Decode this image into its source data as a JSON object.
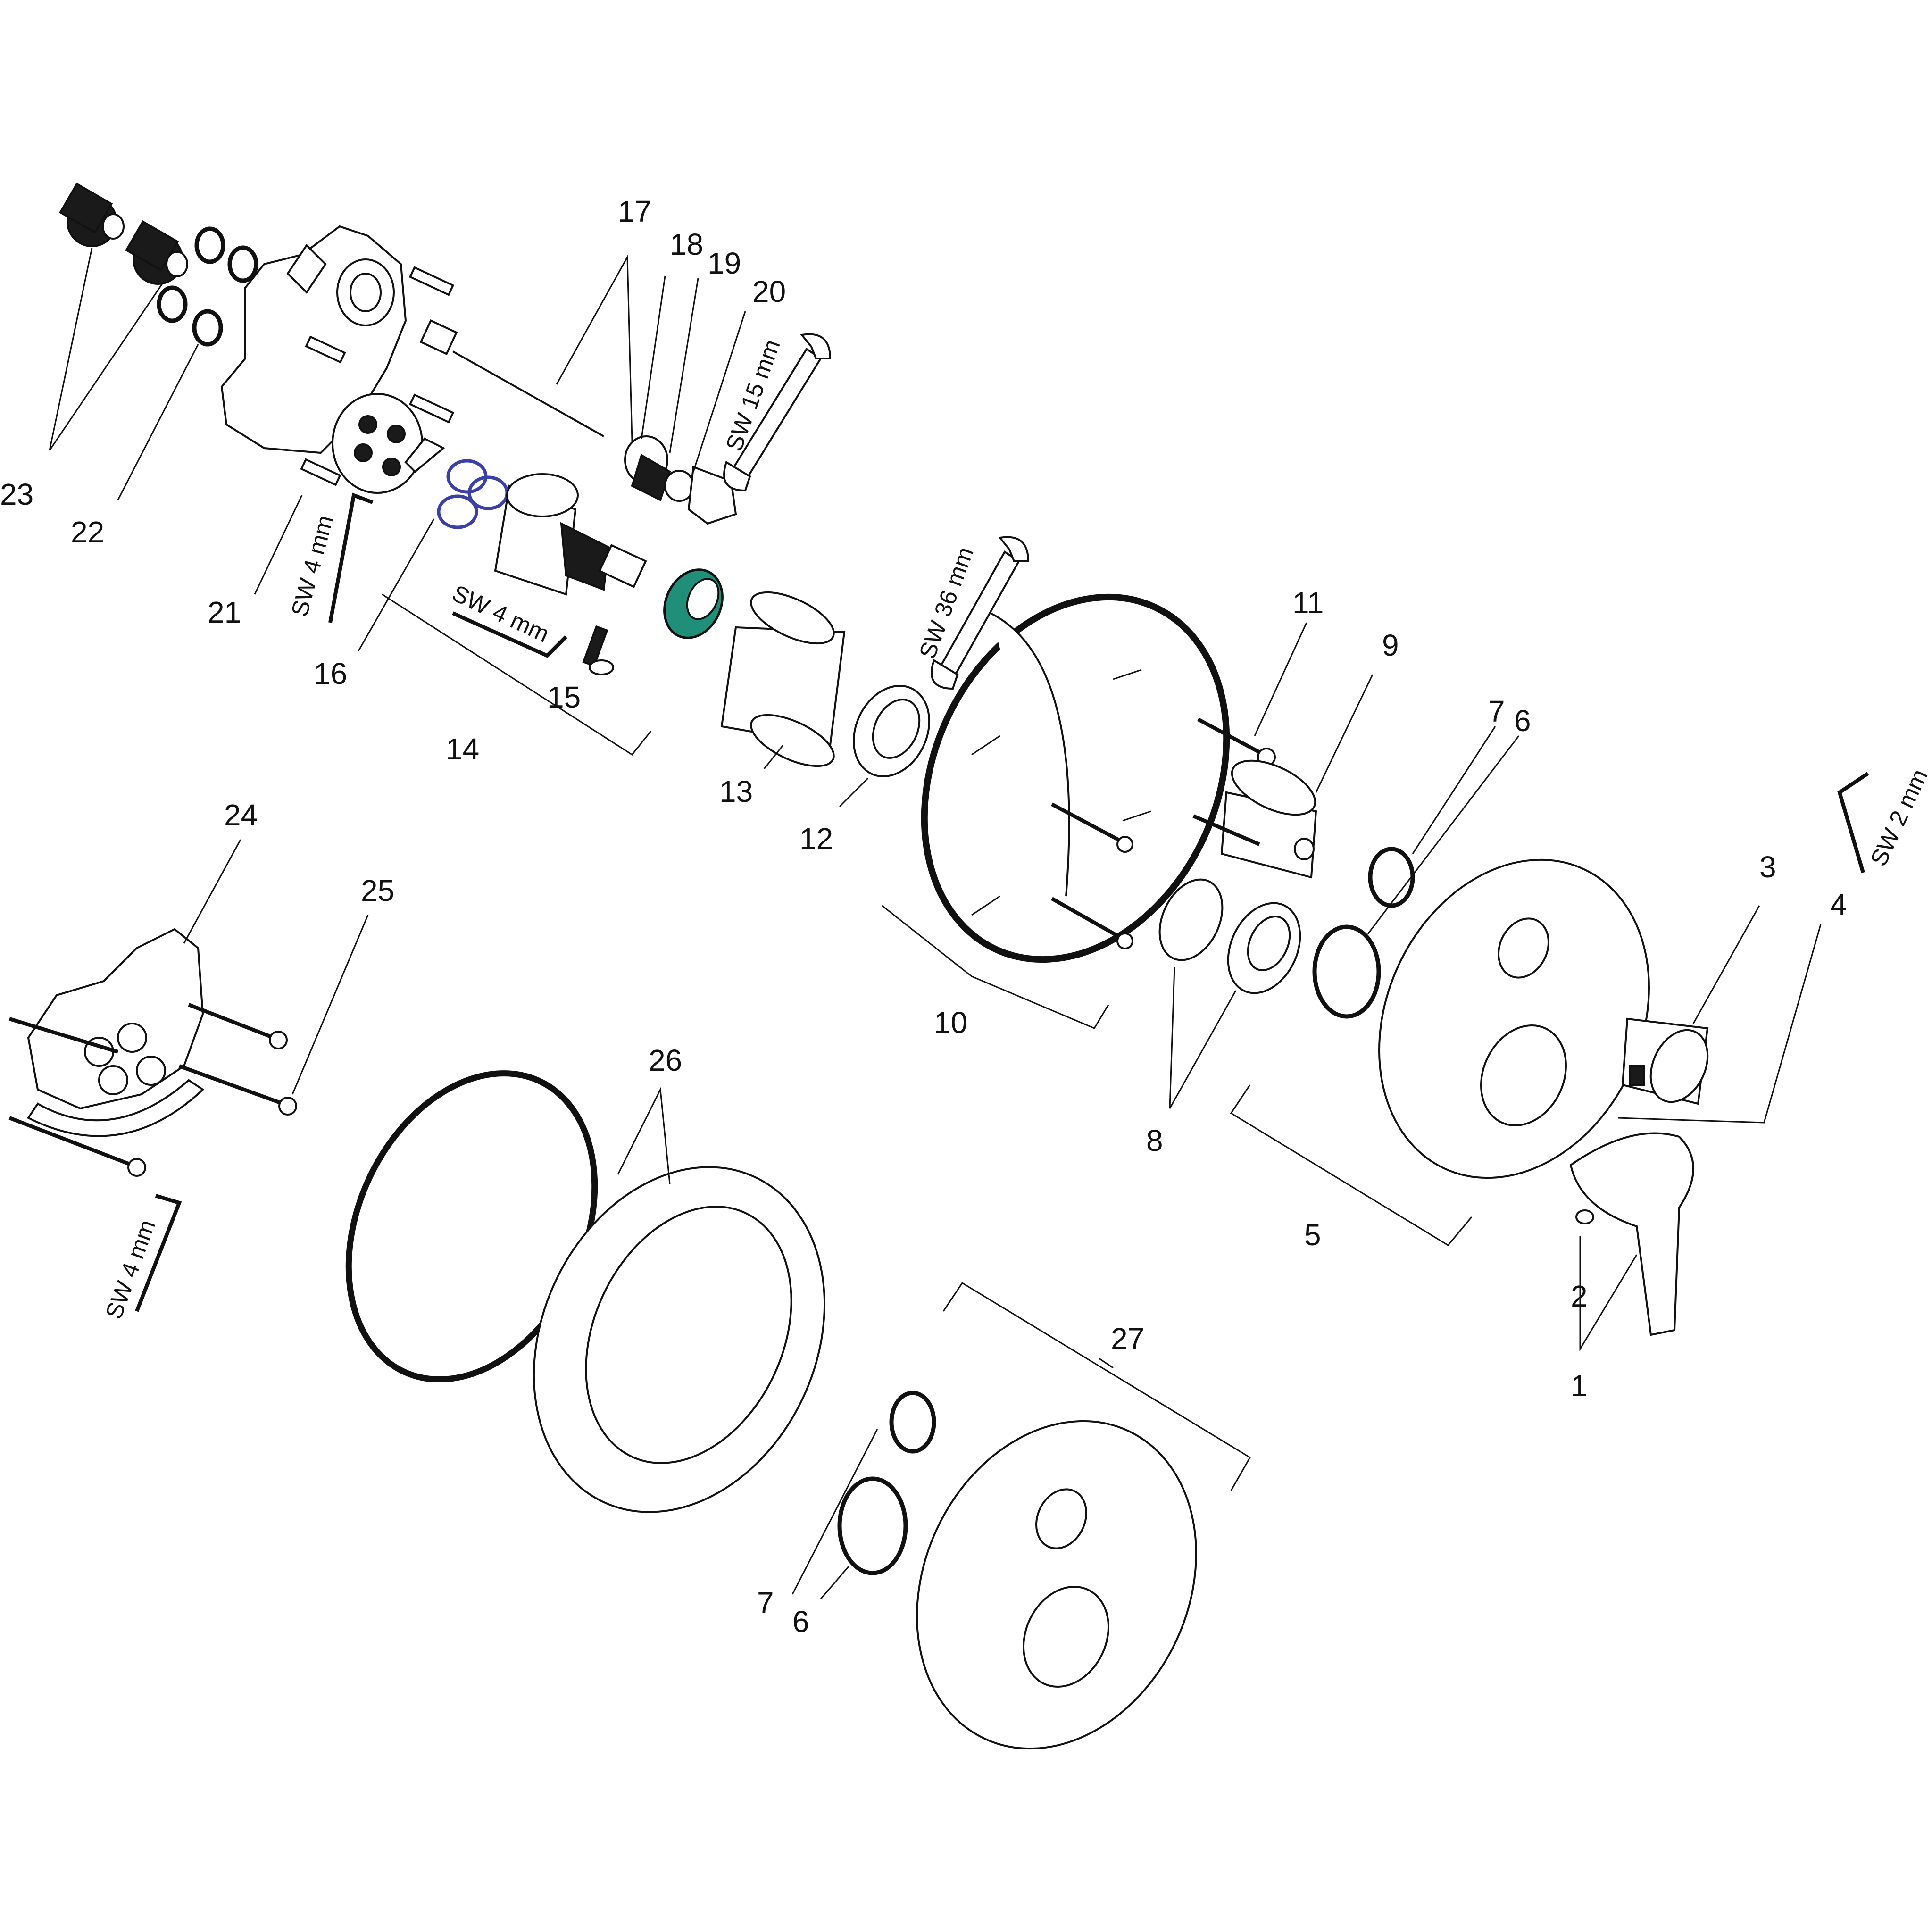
{
  "callouts": {
    "c1": "1",
    "c2": "2",
    "c3": "3",
    "c4": "4",
    "c5": "5",
    "c6a": "6",
    "c6b": "6",
    "c7a": "7",
    "c7b": "7",
    "c8": "8",
    "c9": "9",
    "c10": "10",
    "c11": "11",
    "c12": "12",
    "c13": "13",
    "c14": "14",
    "c15": "15",
    "c16": "16",
    "c17": "17",
    "c18": "18",
    "c19": "19",
    "c20": "20",
    "c21": "21",
    "c22": "22",
    "c23": "23",
    "c24": "24",
    "c25": "25",
    "c26": "26",
    "c27": "27"
  },
  "tools": {
    "sw15": "SW 15 mm",
    "sw36": "SW 36 mm",
    "sw4_a": "SW 4 mm",
    "sw4_b": "SW 4 mm",
    "sw4_c": "SW 4 mm",
    "sw2": "SW 2 mm"
  },
  "colors": {
    "highlight_green": "#1f8f7a",
    "highlight_blue": "#3b3fa8",
    "line": "#111111"
  }
}
